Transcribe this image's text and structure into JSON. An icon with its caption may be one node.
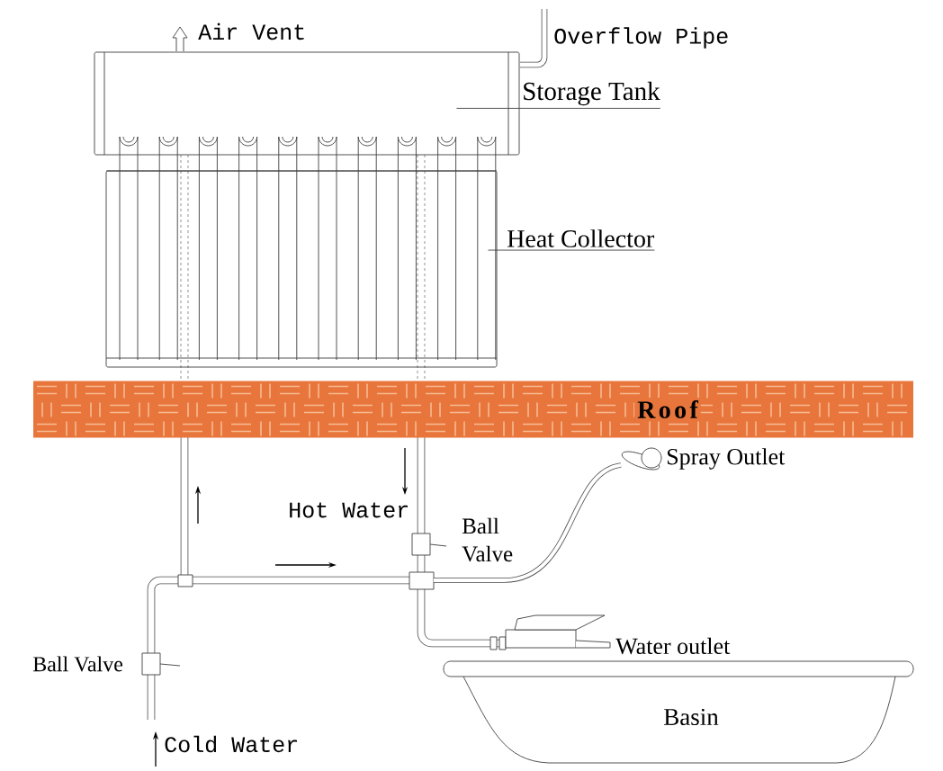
{
  "diagram": {
    "nodes": [
      {
        "text": [
          "Storage Tank"
        ]
      },
      {
        "text": [],
        "shape": "box"
      },
      {
        "text": [
          "Heat Collector"
        ]
      },
      {
        "text": [],
        "shape": "box"
      },
      {
        "text": [
          "Roof"
        ]
      },
      {
        "text": [
          "Basin"
        ]
      }
    ],
    "edges": [
      {
        "from": 0,
        "to": 1,
        "arrow": "none"
      },
      {
        "from": 2,
        "to": 3,
        "arrow": "none"
      }
    ],
    "labels": [
      "Air Vent",
      "Overflow Pipe",
      "Spray Outlet",
      "Hot Water",
      "Ball Valve",
      "Water outlet",
      "Ball Valve",
      "Cold Water"
    ]
  }
}
